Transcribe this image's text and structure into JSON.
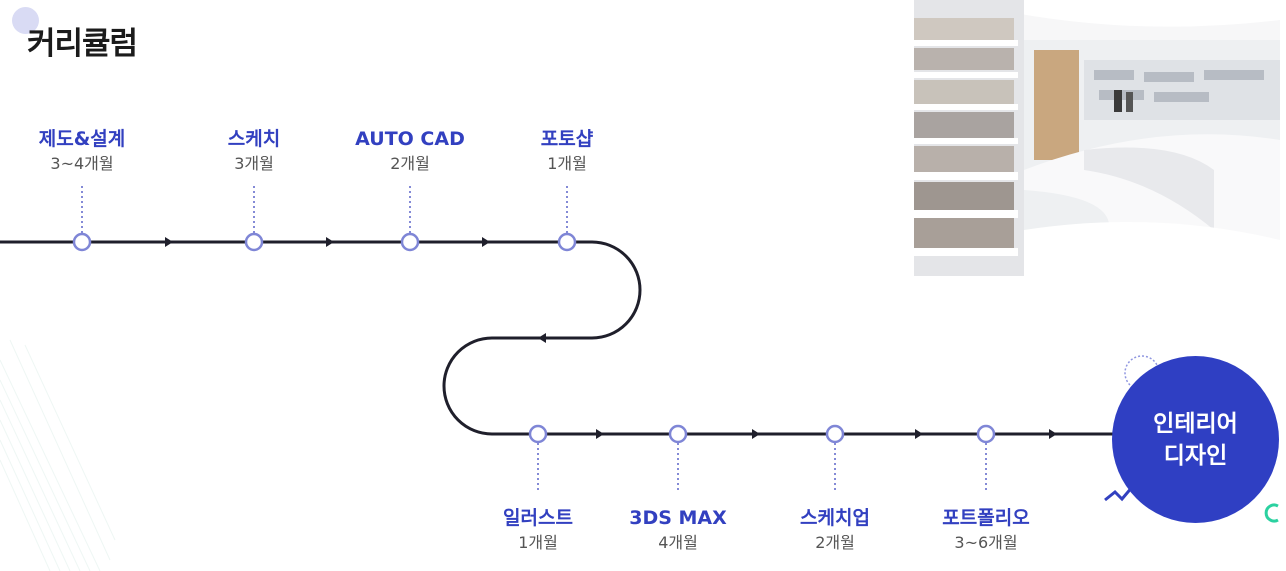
{
  "page": {
    "title": "커리큘럼"
  },
  "colors": {
    "accent": "#3240c0",
    "goal_bg": "#2f3fc3",
    "track": "#1f1f2b",
    "node": "#7f86d6"
  },
  "curriculum": {
    "top_row": [
      {
        "name": "제도&설계",
        "duration": "3~4개월"
      },
      {
        "name": "스케치",
        "duration": "3개월"
      },
      {
        "name": "AUTO CAD",
        "duration": "2개월"
      },
      {
        "name": "포토샵",
        "duration": "1개월"
      }
    ],
    "bottom_row": [
      {
        "name": "일러스트",
        "duration": "1개월"
      },
      {
        "name": "3DS MAX",
        "duration": "4개월"
      },
      {
        "name": "스케치업",
        "duration": "2개월"
      },
      {
        "name": "포트폴리오",
        "duration": "3~6개월"
      }
    ]
  },
  "goal": {
    "line1": "인테리어",
    "line2": "디자인"
  },
  "photo": {
    "subject": "white-interior-bookstore"
  }
}
